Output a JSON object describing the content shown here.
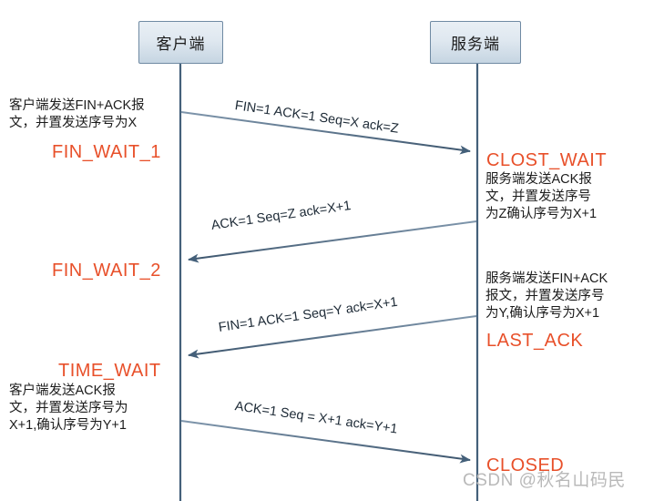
{
  "diagram": {
    "title": "TCP 四次挥手 (TCP four-way handshake) sequence diagram",
    "accent_color": "#e8502a",
    "line_color": "#44607a",
    "box_border_color": "#6f8aa3",
    "watermark": "CSDN @秋名山码民"
  },
  "nodes": {
    "client": {
      "label": "客户端"
    },
    "server": {
      "label": "服务端"
    }
  },
  "states": {
    "fin_wait_1": "FIN_WAIT_1",
    "fin_wait_2": "FIN_WAIT_2",
    "time_wait": "TIME_WAIT",
    "clost_wait": "CLOST_WAIT",
    "last_ack": "LAST_ACK",
    "closed": "CLOSED"
  },
  "notes": {
    "client_fin": "客户端发送FIN+ACK报\n文，并置发送序号为X",
    "server_ack": "服务端发送ACK报\n文，并置发送序号\n为Z确认序号为X+1",
    "server_fin": "服务端发送FIN+ACK\n报文，并置发送序号\n为Y,确认序号为X+1",
    "client_ack": "客户端发送ACK报\n文，并置发送序号为\nX+1,确认序号为Y+1"
  },
  "messages": [
    {
      "id": "msg-1",
      "label": "FIN=1 ACK=1  Seq=X  ack=Z",
      "direction": "client-to-server"
    },
    {
      "id": "msg-2",
      "label": "ACK=1 Seq=Z ack=X+1",
      "direction": "server-to-client"
    },
    {
      "id": "msg-3",
      "label": "FIN=1 ACK=1  Seq=Y  ack=X+1",
      "direction": "server-to-client"
    },
    {
      "id": "msg-4",
      "label": "ACK=1 Seq = X+1 ack=Y+1",
      "direction": "client-to-server"
    }
  ]
}
